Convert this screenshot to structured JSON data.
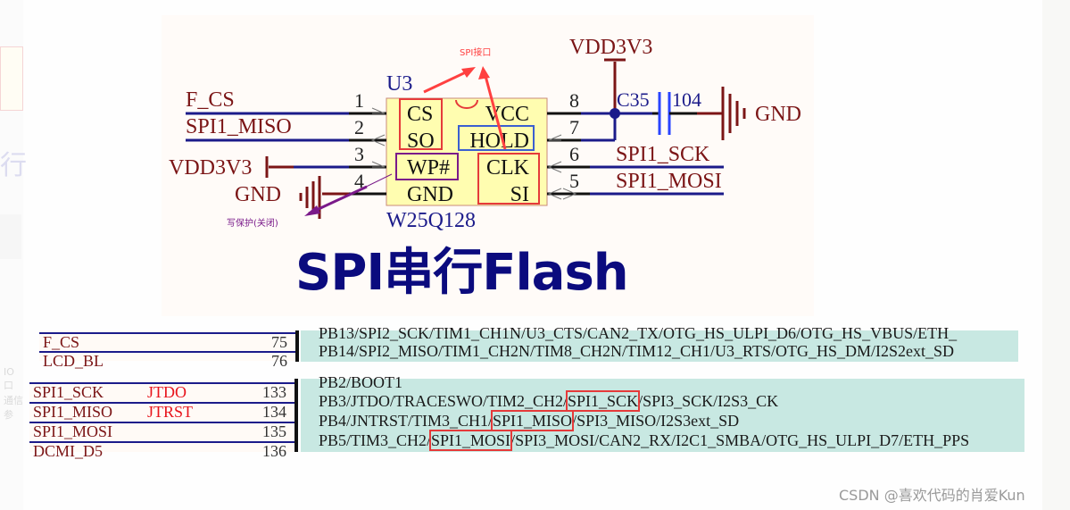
{
  "schematic": {
    "component_ref": "U3",
    "part_number": "W25Q128",
    "pin_names_left": [
      "CS",
      "SO",
      "WP#",
      "GND"
    ],
    "pin_names_right": [
      "VCC",
      "HOLD",
      "CLK",
      "SI"
    ],
    "pin_numbers_left": [
      "1",
      "2",
      "3",
      "4"
    ],
    "pin_numbers_right": [
      "8",
      "7",
      "6",
      "5"
    ],
    "nets_left": [
      "F_CS",
      "SPI1_MISO",
      "VDD3V3",
      "GND"
    ],
    "nets_right": [
      "SPI1_SCK",
      "SPI1_MOSI"
    ],
    "power_top": "VDD3V3",
    "capacitor_ref": "C35",
    "capacitor_value": "104",
    "ground_right": "GND",
    "annotation_spi": "SPI接口",
    "annotation_wp": "写保护(关闭)",
    "colors": {
      "net_label": "#7b1516",
      "wire": "#1b1b8a",
      "chip_fill": "#fffdb0",
      "highlight_red": "#e53a3a",
      "highlight_blue": "#3b5fd0",
      "highlight_purple": "#7a1a8a"
    }
  },
  "title": "SPI串行Flash",
  "table_top": {
    "rows": [
      {
        "signal": "F_CS",
        "alt": "",
        "pin": "75"
      },
      {
        "signal": "LCD_BL",
        "alt": "",
        "pin": "76"
      }
    ],
    "pin_functions": [
      "PB13/SPI2_SCK/TIM1_CH1N/U3_CTS/CAN2_TX/OTG_HS_ULPI_D6/OTG_HS_VBUS/ETH_",
      "PB14/SPI2_MISO/TIM1_CH2N/TIM8_CH2N/TIM12_CH1/U3_RTS/OTG_HS_DM/I2S2ext_SD"
    ]
  },
  "table_bottom": {
    "rows": [
      {
        "signal": "SPI1_SCK",
        "alt": "JTDO",
        "pin": "133"
      },
      {
        "signal": "SPI1_MISO",
        "alt": "JTRST",
        "pin": "134"
      },
      {
        "signal": "SPI1_MOSI",
        "alt": "",
        "pin": "135"
      },
      {
        "signal": "DCMI_D5",
        "alt": "",
        "pin": "136"
      }
    ],
    "pin_functions": [
      {
        "pre": "PB2/BOOT1",
        "hl": "",
        "post": ""
      },
      {
        "pre": "PB3/JTDO/TRACESWO/TIM2_CH2/",
        "hl": "SPI1_SCK",
        "post": "/SPI3_SCK/I2S3_CK"
      },
      {
        "pre": "PB4/JNTRST/TIM3_CH1/",
        "hl": "SPI1_MISO",
        "post": "/SPI3_MISO/I2S3ext_SD"
      },
      {
        "pre": "PB5/TIM3_CH2/",
        "hl": "SPI1_MOSI",
        "post": "/SPI3_MOSI/CAN2_RX/I2C1_SMBA/OTG_HS_ULPI_D7/ETH_PPS"
      }
    ]
  },
  "watermark": "CSDN @喜欢代码的肖爱Kun",
  "ghost_left": {
    "text1": "行",
    "text2": "IO口",
    "text3": "通信参"
  }
}
